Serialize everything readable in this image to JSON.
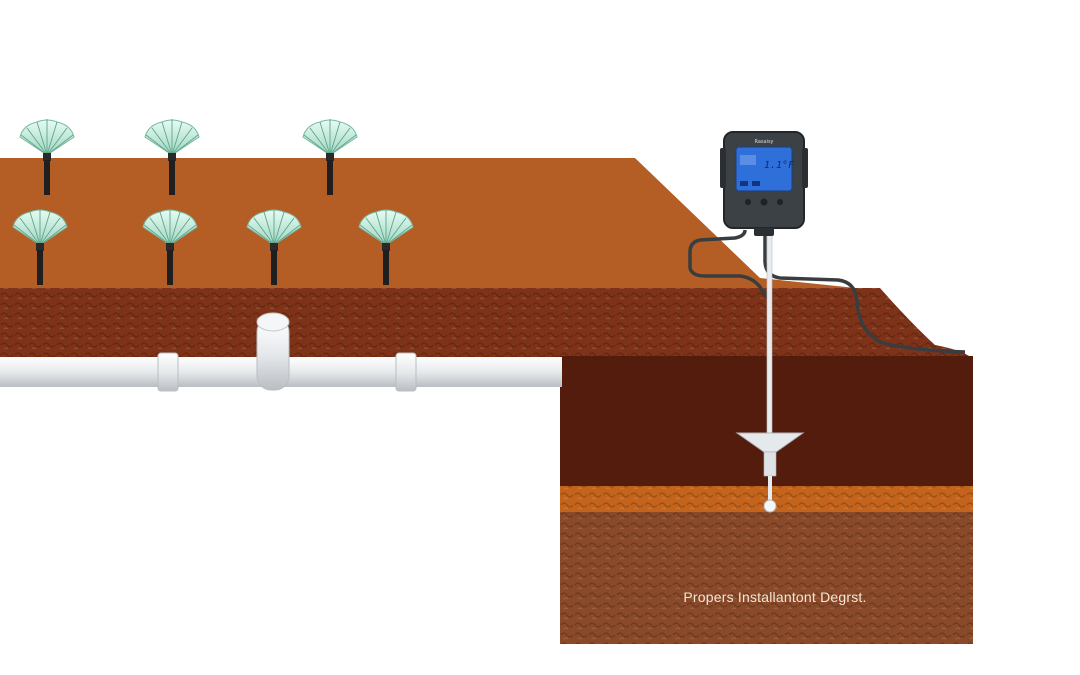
{
  "caption": "Propers Installantont Degrst.",
  "meter": {
    "brand": "Rasaisy",
    "reading": "1.1°F"
  },
  "colors": {
    "topsoil": "#b45d25",
    "subsoil": "#7e3319",
    "deep_soil": "#541c0c",
    "orange_band": "#c4641c",
    "bottom_soil": "#8a4a2a",
    "pipe": "#e9ecee",
    "sprinkler_spray": "#c6ede0",
    "meter_body": "#3c4146",
    "meter_screen": "#2f6fd9"
  },
  "icons": {
    "sprinkler": "sprinkler-head-icon",
    "meter": "digital-meter-icon",
    "probe": "sensor-probe-icon"
  }
}
